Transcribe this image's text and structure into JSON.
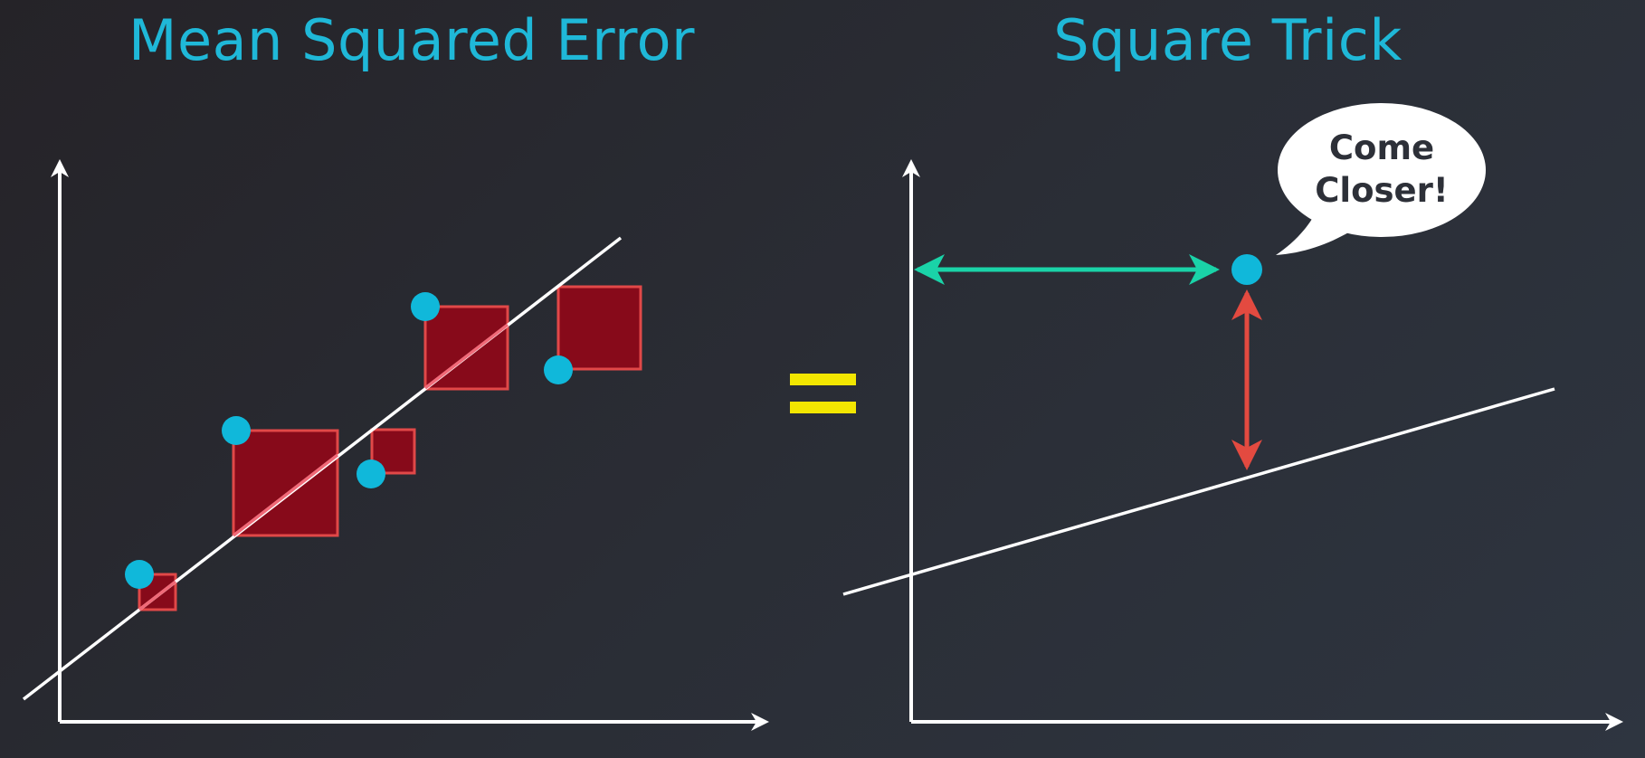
{
  "left_panel": {
    "title": "Mean Squared Error"
  },
  "right_panel": {
    "title": "Square Trick",
    "speech_bubble": {
      "line1": "Come",
      "line2": "Closer!"
    }
  },
  "equals_sign": "=",
  "colors": {
    "title": "#1fb8d8",
    "point": "#10b8da",
    "square_fill": "#870a1a",
    "square_stroke": "#e14848",
    "axis": "#ffffff",
    "line": "#ffffff",
    "equals": "#f2e600",
    "horizontal_arrow": "#1ad3a8",
    "vertical_arrow": "#e34a40",
    "bubble": "#ffffff"
  }
}
